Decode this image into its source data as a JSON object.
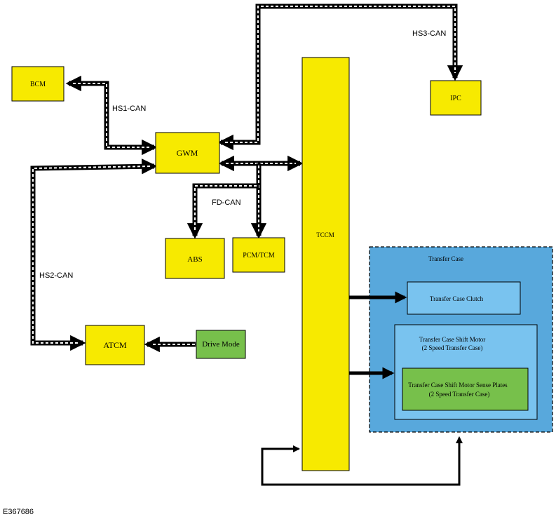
{
  "modules": {
    "bcm": "BCM",
    "gwm": "GWM",
    "ipc": "IPC",
    "tccm": "TCCM",
    "abs": "ABS",
    "pcm_tcm": "PCM/TCM",
    "atcm": "ATCM",
    "drive_mode": "Drive Mode"
  },
  "networks": {
    "hs1": "HS1-CAN",
    "hs2": "HS2-CAN",
    "hs3": "HS3-CAN",
    "fd": "FD-CAN"
  },
  "transfer_case": {
    "title": "Transfer Case",
    "clutch": "Transfer Case Clutch",
    "shift_motor_line1": "Transfer Case Shift Motor",
    "shift_motor_line2": "(2 Speed Transfer Case)",
    "sense_plates_line1": "Transfer Case Shift Motor Sense Plates",
    "sense_plates_line2": "(2 Speed Transfer Case)"
  },
  "figure_id": "E367686",
  "colors": {
    "module_fill": "#f7ea00",
    "green_fill": "#77c04b",
    "transfer_case_fill": "#58a8dc",
    "inner_fill": "#79c3ef",
    "line": "#000000"
  }
}
